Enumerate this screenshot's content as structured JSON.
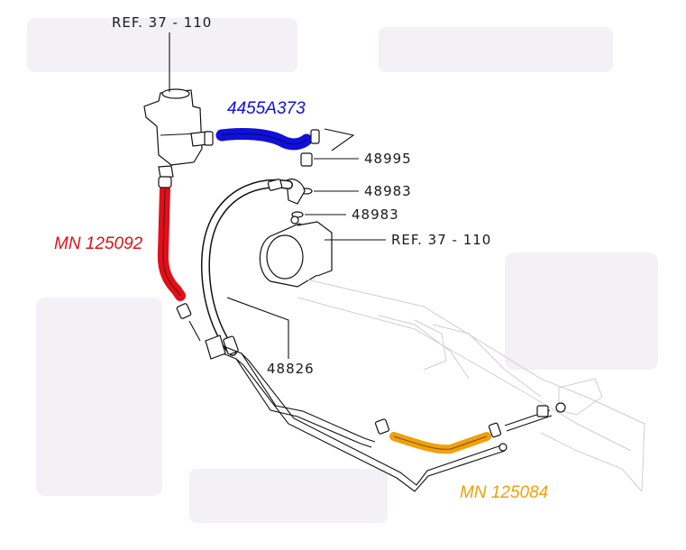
{
  "labels": {
    "ref_top": "REF. 37 - 110",
    "ref_pump": "REF. 37 - 110",
    "p48995": "48995",
    "p48983_a": "48983",
    "p48983_b": "48983",
    "p48826": "48826"
  },
  "highlighted_parts": {
    "blue_hose": {
      "label": "4455A373",
      "color": "#1010d8"
    },
    "red_hose": {
      "label": "MN 125092",
      "color": "#e0101a"
    },
    "orange_hose": {
      "label": "MN 125084",
      "color": "#f0a00a"
    }
  },
  "colors": {
    "line_art": "#111111",
    "background": "#ffffff",
    "watermark": "#e9e6ec"
  }
}
